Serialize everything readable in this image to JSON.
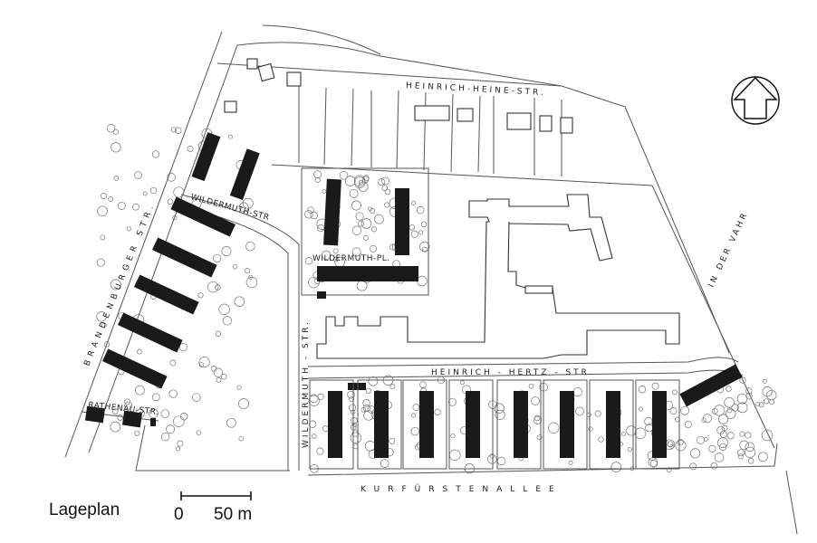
{
  "map": {
    "title": "Lageplan",
    "scale_bar": {
      "start_label": "0",
      "end_label": "50 m"
    },
    "north_arrow": "north-arrow-icon",
    "streets": {
      "heinrich_heine": "HEINRICH-HEINE-STR.",
      "brandenburger": "BRANDENBURGER STR.",
      "wildermuth_diag": "WILDERMUTH-STR",
      "wildermuth_vert": "WILDERMUTH - STR.",
      "wildermuth_pl": "WILDERMUTH-PL.",
      "in_der_vahr": "IN DER VAHR",
      "heinrich_hertz": "HEINRICH - HERTZ - STR.",
      "rathenau": "RATHENAU-STR.",
      "kurfuerstenallee": "KURFÜRSTENALLEE"
    }
  }
}
